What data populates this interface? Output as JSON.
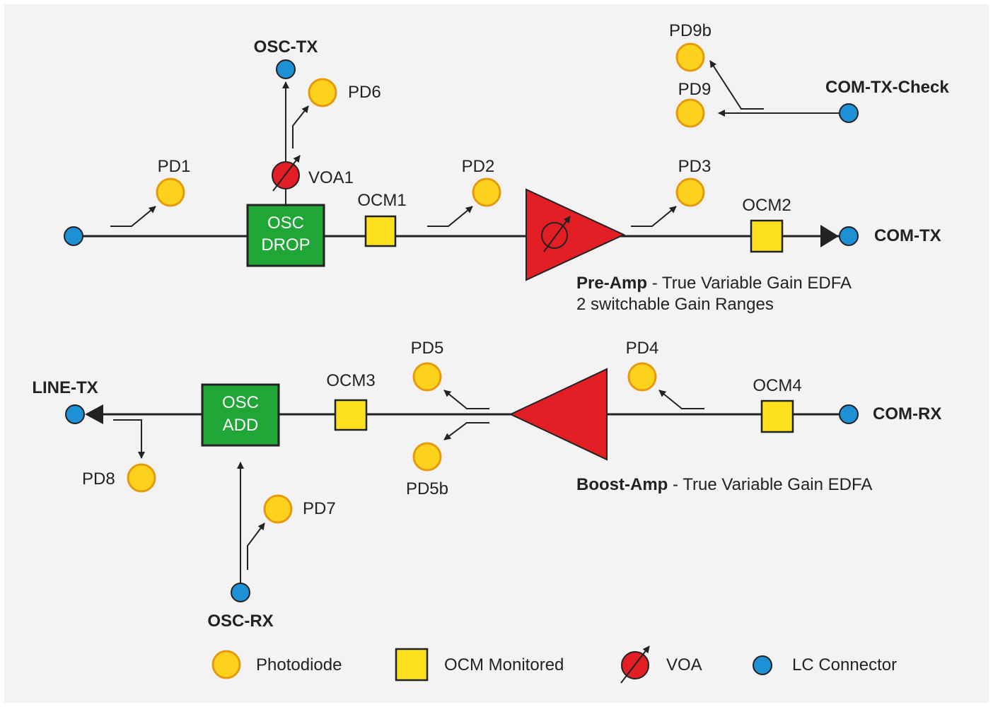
{
  "colors": {
    "background": "#f3f3f3",
    "line": "#222222",
    "photodiode_fill": "#fcd21c",
    "photodiode_stroke": "#e59a10",
    "ocm_fill": "#fde11e",
    "amp_fill": "#e31e24",
    "osc_box": "#1fa637",
    "lc_connector": "#1e90d6"
  },
  "labels": {
    "osc_tx": "OSC-TX",
    "pd9b": "PD9b",
    "pd9": "PD9",
    "com_tx_check": "COM-TX-Check",
    "pd6": "PD6",
    "pd1": "PD1",
    "voa1": "VOA1",
    "ocm1": "OCM1",
    "pd2": "PD2",
    "pd3": "PD3",
    "ocm2": "OCM2",
    "com_tx": "COM-TX",
    "osc_drop_line1": "OSC",
    "osc_drop_line2": "DROP",
    "preamp_name": "Pre-Amp",
    "preamp_desc": " - True Variable Gain EDFA",
    "preamp_desc2": "2 switchable Gain Ranges",
    "line_tx": "LINE-TX",
    "osc_add_line1": "OSC",
    "osc_add_line2": "ADD",
    "ocm3": "OCM3",
    "pd5": "PD5",
    "pd4": "PD4",
    "ocm4": "OCM4",
    "com_rx": "COM-RX",
    "pd8": "PD8",
    "pd5b": "PD5b",
    "boostamp_name": "Boost-Amp",
    "boostamp_desc": " - True Variable Gain EDFA",
    "pd7": "PD7",
    "osc_rx": "OSC-RX"
  },
  "legend": {
    "photodiode": "Photodiode",
    "ocm_monitored": "OCM Monitored",
    "voa": "VOA",
    "lc_connector": "LC Connector"
  }
}
